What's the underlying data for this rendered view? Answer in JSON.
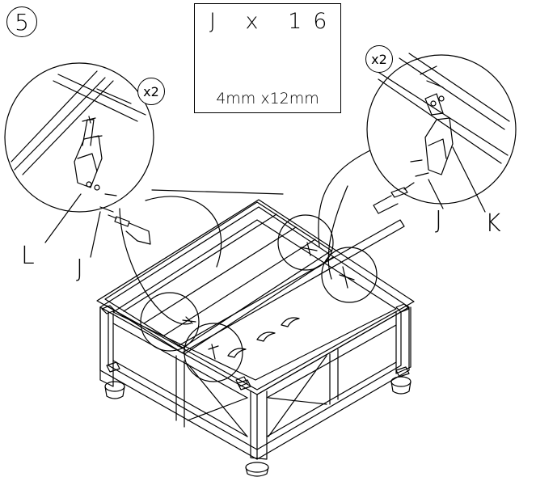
{
  "step": {
    "number": "5"
  },
  "parts": {
    "label": "J x 16",
    "size": "4mm x12mm",
    "screw_icon": "screw-icon"
  },
  "left_detail": {
    "multiplier": "x2",
    "labels": [
      "L",
      "J"
    ]
  },
  "right_detail": {
    "multiplier": "x2",
    "labels": [
      "J",
      "K"
    ]
  }
}
